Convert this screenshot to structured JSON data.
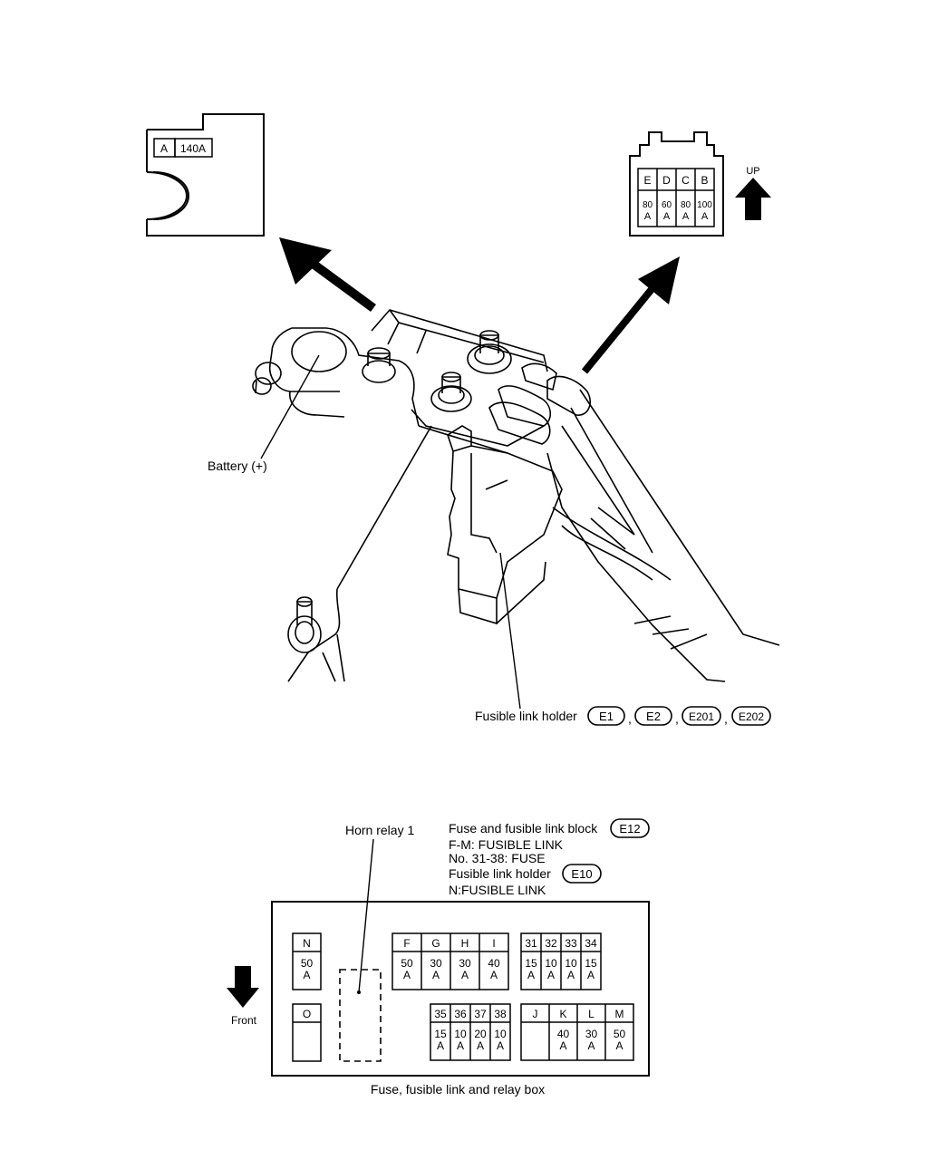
{
  "top_left_connector": {
    "fuse_letter": "A",
    "fuse_rating": "140A"
  },
  "top_right_connector": {
    "up_label": "UP",
    "fuses": [
      {
        "letter": "E",
        "rating_num": "80",
        "rating_unit": "A"
      },
      {
        "letter": "D",
        "rating_num": "60",
        "rating_unit": "A"
      },
      {
        "letter": "C",
        "rating_num": "80",
        "rating_unit": "A"
      },
      {
        "letter": "B",
        "rating_num": "100",
        "rating_unit": "A"
      }
    ]
  },
  "battery_label": "Battery (+)",
  "fusible_link_holder": {
    "label": "Fusible link holder",
    "connectors": [
      "E1",
      "E2",
      "E201",
      "E202"
    ]
  },
  "relay_box": {
    "horn_relay_label": "Horn relay 1",
    "fuse_block_label": "Fuse and fusible link block",
    "fuse_block_connector": "E12",
    "line_fm": "F-M: FUSIBLE LINK",
    "line_fuse": "No. 31-38: FUSE",
    "holder_label": "Fusible link holder",
    "holder_connector": "E10",
    "line_n": "N:FUSIBLE LINK",
    "front_label": "Front",
    "caption": "Fuse, fusible link and relay box",
    "block_n": {
      "letter": "N",
      "rating_num": "50",
      "rating_unit": "A"
    },
    "block_o": {
      "letter": "O"
    },
    "block_fi": [
      {
        "letter": "F",
        "rating_num": "50",
        "rating_unit": "A"
      },
      {
        "letter": "G",
        "rating_num": "30",
        "rating_unit": "A"
      },
      {
        "letter": "H",
        "rating_num": "30",
        "rating_unit": "A"
      },
      {
        "letter": "I",
        "rating_num": "40",
        "rating_unit": "A"
      }
    ],
    "block_31_34": [
      {
        "letter": "31",
        "rating_num": "15",
        "rating_unit": "A"
      },
      {
        "letter": "32",
        "rating_num": "10",
        "rating_unit": "A"
      },
      {
        "letter": "33",
        "rating_num": "10",
        "rating_unit": "A"
      },
      {
        "letter": "34",
        "rating_num": "15",
        "rating_unit": "A"
      }
    ],
    "block_35_38": [
      {
        "letter": "35",
        "rating_num": "15",
        "rating_unit": "A"
      },
      {
        "letter": "36",
        "rating_num": "10",
        "rating_unit": "A"
      },
      {
        "letter": "37",
        "rating_num": "20",
        "rating_unit": "A"
      },
      {
        "letter": "38",
        "rating_num": "10",
        "rating_unit": "A"
      }
    ],
    "block_jm": [
      {
        "letter": "J",
        "rating_num": "",
        "rating_unit": ""
      },
      {
        "letter": "K",
        "rating_num": "40",
        "rating_unit": "A"
      },
      {
        "letter": "L",
        "rating_num": "30",
        "rating_unit": "A"
      },
      {
        "letter": "M",
        "rating_num": "50",
        "rating_unit": "A"
      }
    ]
  }
}
